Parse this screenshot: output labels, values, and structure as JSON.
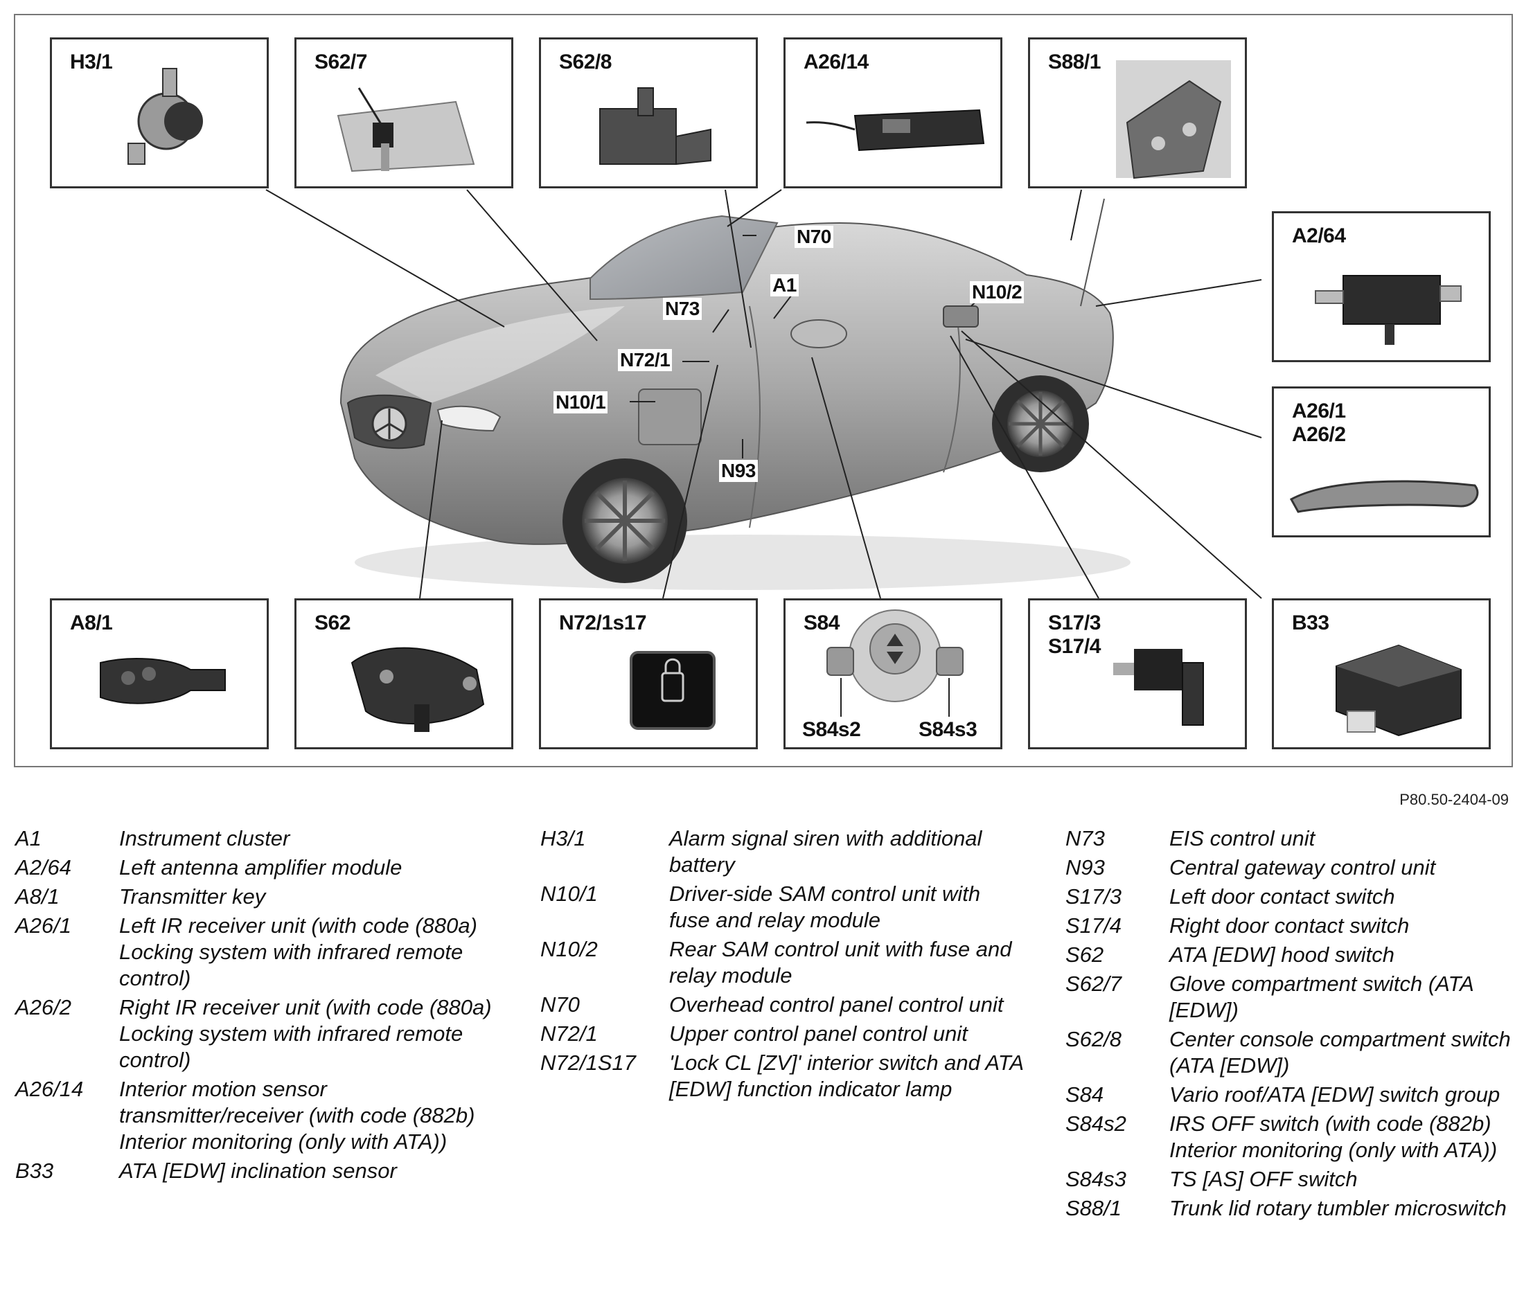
{
  "reference_code": "P80.50-2404-09",
  "part_boxes": {
    "h3_1": "H3/1",
    "s62_7": "S62/7",
    "s62_8": "S62/8",
    "a26_14": "A26/14",
    "s88_1": "S88/1",
    "a2_64": "A2/64",
    "a26_1_2": "A26/1\nA26/2",
    "a8_1": "A8/1",
    "s62": "S62",
    "n72_1s17": "N72/1s17",
    "s84": "S84",
    "s84s2": "S84s2",
    "s84s3": "S84s3",
    "s17_3_4": "S17/3\nS17/4",
    "b33": "B33"
  },
  "callouts": {
    "n70": "N70",
    "a1": "A1",
    "n73": "N73",
    "n10_2": "N10/2",
    "n72_1": "N72/1",
    "n10_1": "N10/1",
    "n93": "N93"
  },
  "legend": {
    "col1": [
      {
        "code": "A1",
        "desc": "Instrument cluster"
      },
      {
        "code": "A2/64",
        "desc": "Left antenna amplifier module"
      },
      {
        "code": "A8/1",
        "desc": "Transmitter key"
      },
      {
        "code": "A26/1",
        "desc": "Left IR receiver unit (with code (880a) Locking system with infrared remote control)"
      },
      {
        "code": "A26/2",
        "desc": "Right IR receiver unit (with code (880a) Locking system with infrared remote control)"
      },
      {
        "code": "A26/14",
        "desc": "Interior motion sensor transmitter/receiver (with code (882b) Interior monitoring (only with ATA))"
      },
      {
        "code": "B33",
        "desc": "ATA [EDW] inclination sensor"
      }
    ],
    "col2": [
      {
        "code": "H3/1",
        "desc": "Alarm signal siren with additional battery"
      },
      {
        "code": "N10/1",
        "desc": "Driver-side SAM control unit with fuse and relay module"
      },
      {
        "code": "N10/2",
        "desc": "Rear SAM control unit with fuse and relay module"
      },
      {
        "code": "N70",
        "desc": "Overhead control panel control unit"
      },
      {
        "code": "N72/1",
        "desc": "Upper control panel control unit"
      },
      {
        "code": "N72/1S17",
        "desc": "'Lock CL [ZV]' interior switch and ATA [EDW] function indicator lamp"
      }
    ],
    "col3": [
      {
        "code": "N73",
        "desc": "EIS control unit"
      },
      {
        "code": "N93",
        "desc": "Central gateway control unit"
      },
      {
        "code": "S17/3",
        "desc": "Left door contact switch"
      },
      {
        "code": "S17/4",
        "desc": "Right door contact switch"
      },
      {
        "code": "S62",
        "desc": "ATA [EDW] hood switch"
      },
      {
        "code": "S62/7",
        "desc": "Glove compartment switch (ATA [EDW])"
      },
      {
        "code": "S62/8",
        "desc": "Center console compartment switch (ATA [EDW])"
      },
      {
        "code": "S84",
        "desc": "Vario roof/ATA [EDW] switch group"
      },
      {
        "code": "S84s2",
        "desc": "IRS OFF switch (with code (882b) Interior monitoring (only with ATA))"
      },
      {
        "code": "S84s3",
        "desc": "TS [AS] OFF switch"
      },
      {
        "code": "S88/1",
        "desc": "Trunk lid rotary tumbler microswitch"
      }
    ]
  }
}
